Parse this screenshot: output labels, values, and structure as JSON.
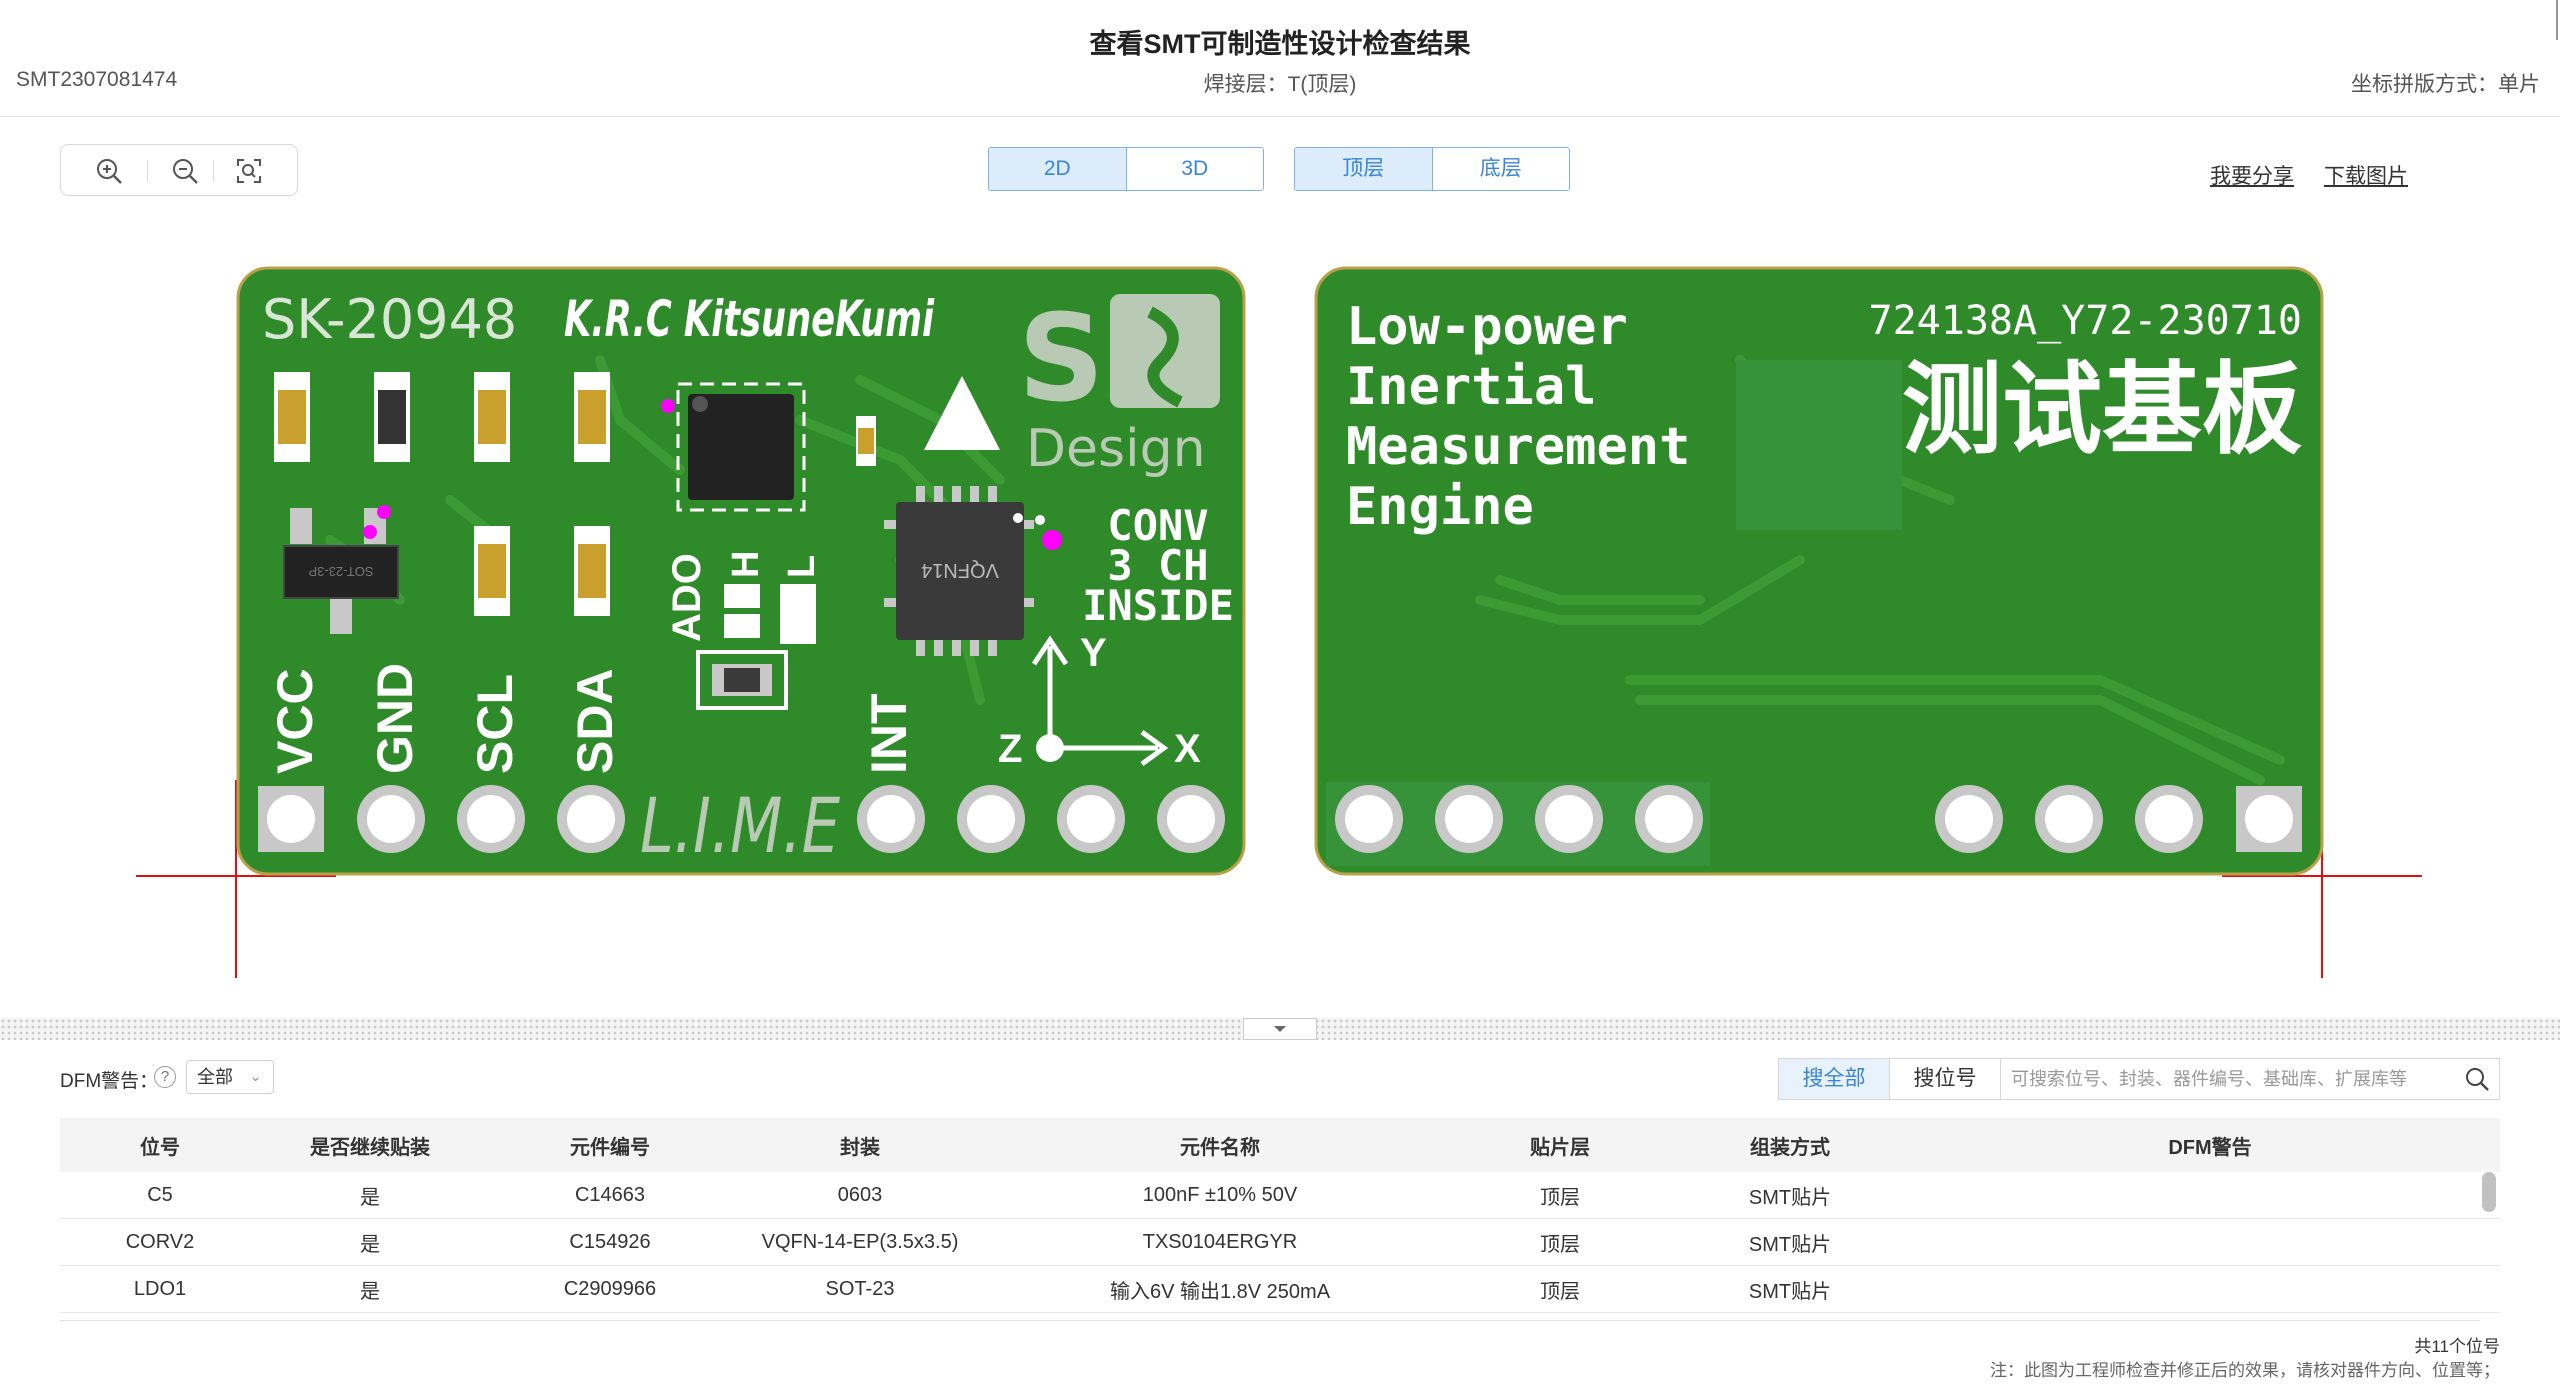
{
  "header": {
    "title": "查看SMT可制造性设计检查结果",
    "order_no": "SMT2307081474",
    "solder_layer": "焊接层：T(顶层)",
    "panel_mode": "坐标拼版方式：单片"
  },
  "toolbar": {
    "zoom_in_icon": "zoom-in-icon",
    "zoom_out_icon": "zoom-out-icon",
    "fit_icon": "fit-screen-icon",
    "view_2d": "2D",
    "view_3d": "3D",
    "layer_top": "顶层",
    "layer_bottom": "底层",
    "share": "我要分享",
    "download": "下载图片"
  },
  "board_top": {
    "part_no": "SK-20948",
    "brand": "K.R.C KitsuneKumi",
    "logo_text": "Design",
    "pins_left": [
      "VCC",
      "GND",
      "SCL",
      "SDA"
    ],
    "lime": "L.I.M.E",
    "pins_right": [
      "INT"
    ],
    "conv_text": [
      "CONV",
      "3 CH",
      "INSIDE"
    ],
    "ado": "ADO",
    "ado_h": "H",
    "ado_l": "L",
    "chip_label": "VQFN14",
    "sot_label": "SOT-23-3P",
    "axis_y": "Y",
    "axis_x": "X",
    "axis_z": "Z"
  },
  "board_bottom": {
    "lines": [
      "Low-power",
      "Inertial",
      "Measurement",
      "Engine"
    ],
    "code": "724138A_Y72-230710",
    "cn_title": "测试基板"
  },
  "filter": {
    "dfm_label": "DFM警告：",
    "help": "?",
    "select_value": "全部",
    "search_all": "搜全部",
    "search_pos": "搜位号",
    "search_placeholder": "可搜索位号、封装、器件编号、基础库、扩展库等"
  },
  "table": {
    "headers": [
      "位号",
      "是否继续贴装",
      "元件编号",
      "封装",
      "元件名称",
      "贴片层",
      "组装方式",
      "DFM警告"
    ],
    "rows": [
      [
        "C5",
        "是",
        "C14663",
        "0603",
        "100nF ±10% 50V",
        "顶层",
        "SMT贴片",
        ""
      ],
      [
        "CORV2",
        "是",
        "C154926",
        "VQFN-14-EP(3.5x3.5)",
        "TXS0104ERGYR",
        "顶层",
        "SMT贴片",
        ""
      ],
      [
        "LDO1",
        "是",
        "C2909966",
        "SOT-23",
        "输入6V 输出1.8V 250mA",
        "顶层",
        "SMT贴片",
        ""
      ]
    ]
  },
  "footer": {
    "count": "共11个位号",
    "note": "注：此图为工程师检查并修正后的效果，请核对器件方向、位置等；"
  },
  "colors": {
    "pcb": "#2f8a2a",
    "silk": "#ffffff",
    "accent": "#3a84d6",
    "marker": "#e01010"
  }
}
